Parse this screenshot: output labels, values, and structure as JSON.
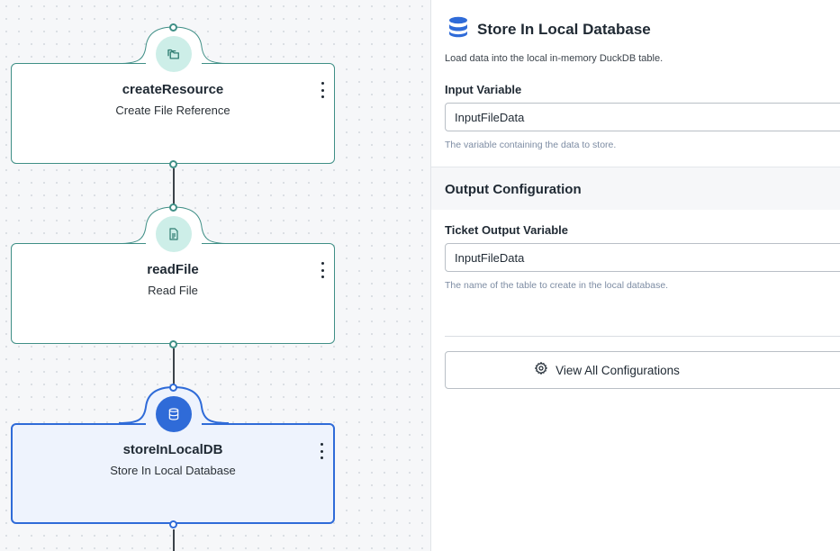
{
  "canvas": {
    "nodes": [
      {
        "name": "createResource",
        "description": "Create File Reference",
        "icon": "folder-icon",
        "selected": false
      },
      {
        "name": "readFile",
        "description": "Read File",
        "icon": "file-text-icon",
        "selected": false
      },
      {
        "name": "storeInLocalDB",
        "description": "Store In Local Database",
        "icon": "database-icon",
        "selected": true
      }
    ]
  },
  "panel": {
    "title": "Store In Local Database",
    "title_icon": "database-icon",
    "description": "Load data into the local in-memory DuckDB table.",
    "input_variable": {
      "label": "Input Variable",
      "value": "InputFileData",
      "hint": "The variable containing the data to store."
    },
    "output_section": {
      "title": "Output Configuration",
      "label": "Ticket Output Variable",
      "value": "InputFileData",
      "hint": "The name of the table to create in the local database."
    },
    "view_all_button": {
      "label": "View All Configurations",
      "icon": "gear-icon"
    }
  },
  "colors": {
    "accent_blue": "#2f6bd8",
    "node_border_teal": "#3f8f86",
    "icon_bg_teal": "#cdeee8",
    "selected_bg": "#eef3fd"
  }
}
